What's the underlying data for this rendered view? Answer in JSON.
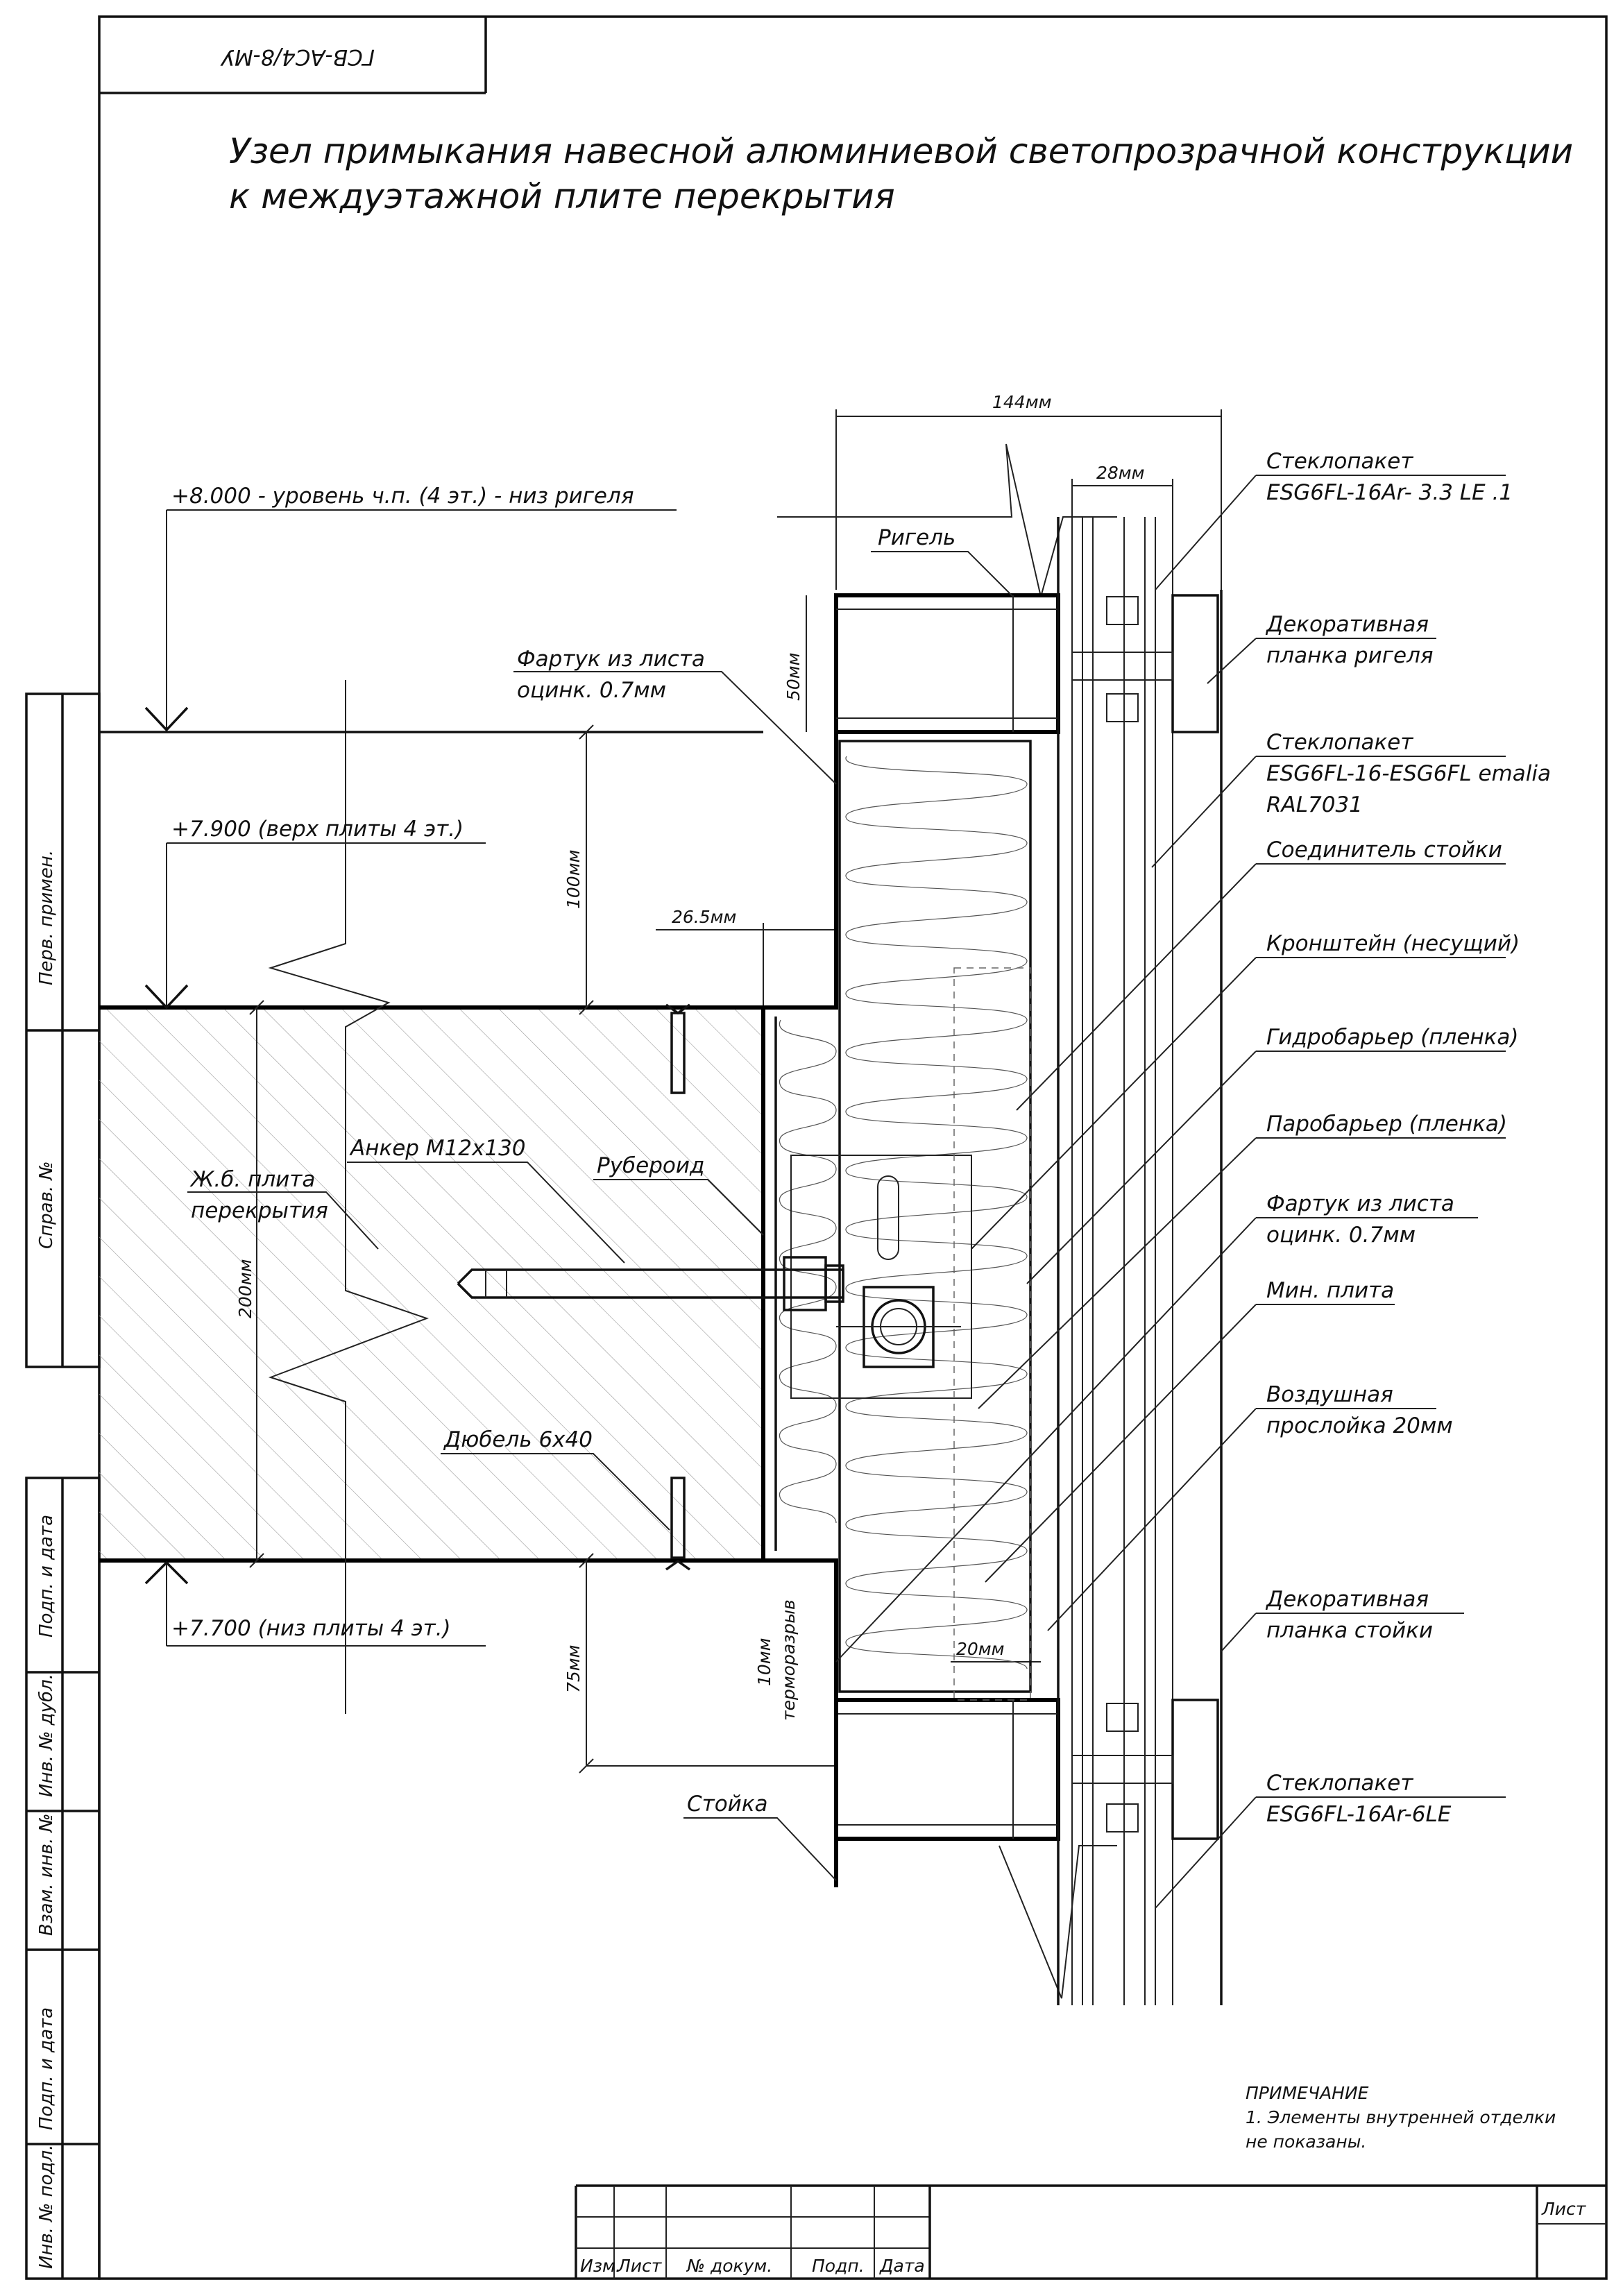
{
  "stamp": "ГСВ-АС4/8-МУ",
  "title": {
    "line1": "Узел примыкания навесной алюминиевой светопрозрачной конструкции",
    "line2": "к междуэтажной плите перекрытия"
  },
  "levels": {
    "top_beam": "+8.000 - уровень ч.п. (4 эт.) - низ ригеля",
    "slab_top": "+7.900 (верх плиты 4 эт.)",
    "slab_bottom": "+7.700 (низ плиты 4 эт.)"
  },
  "dimensions": {
    "overall_width": "144мм",
    "glass_width": "28мм",
    "beam_height": "50мм",
    "offset_100": "100мм",
    "slab_gap": "26.5мм",
    "slab_height": "200мм",
    "offset_75": "75мм",
    "thermal_gap": "10мм",
    "thermal_label": "терморазрыв",
    "air_gap": "20мм"
  },
  "labels_left": {
    "rigel": "Ригель",
    "flashing_1": "Фартук из листа",
    "flashing_1b": "оцинк. 0.7мм",
    "anchor": "Анкер М12х130",
    "ruberoid": "Рубероид",
    "slab": "Ж.б. плита",
    "slab_b": "перекрытия",
    "dowel": "Дюбель 6х40",
    "post": "Стойка"
  },
  "labels_right": [
    [
      "Стеклопакет",
      "ESG6FL-16Ar- 3.3 LE .1"
    ],
    [
      "Декоративная",
      "планка ригеля"
    ],
    [
      "Стеклопакет",
      "ESG6FL-16-ESG6FL emalia",
      "RAL7031"
    ],
    [
      "Соединитель стойки"
    ],
    [
      "Кронштейн (несущий)"
    ],
    [
      "Гидробарьер (пленка)"
    ],
    [
      "Паробарьер (пленка)"
    ],
    [
      "Фартук из листа",
      "оцинк. 0.7мм"
    ],
    [
      "Мин. плита"
    ],
    [
      "Воздушная",
      "прослойка 20мм"
    ],
    [
      "Декоративная",
      "планка стойки"
    ],
    [
      "Стеклопакет",
      "ESG6FL-16Ar-6LE"
    ]
  ],
  "note": {
    "heading": "ПРИМЕЧАНИЕ",
    "line1": "1. Элементы внутренней отделки",
    "line2": "не показаны."
  },
  "side_stamp": [
    "Перв. примен.",
    "Справ. №",
    "Подп. и дата",
    "Инв. № дубл.",
    "Взам. инв. №",
    "Подп. и дата",
    "Инв. № подл."
  ],
  "titleblock": {
    "cols": [
      "Изм.",
      "Лист",
      "№ докум.",
      "Подп.",
      "Дата"
    ],
    "sheet": "Лист"
  }
}
